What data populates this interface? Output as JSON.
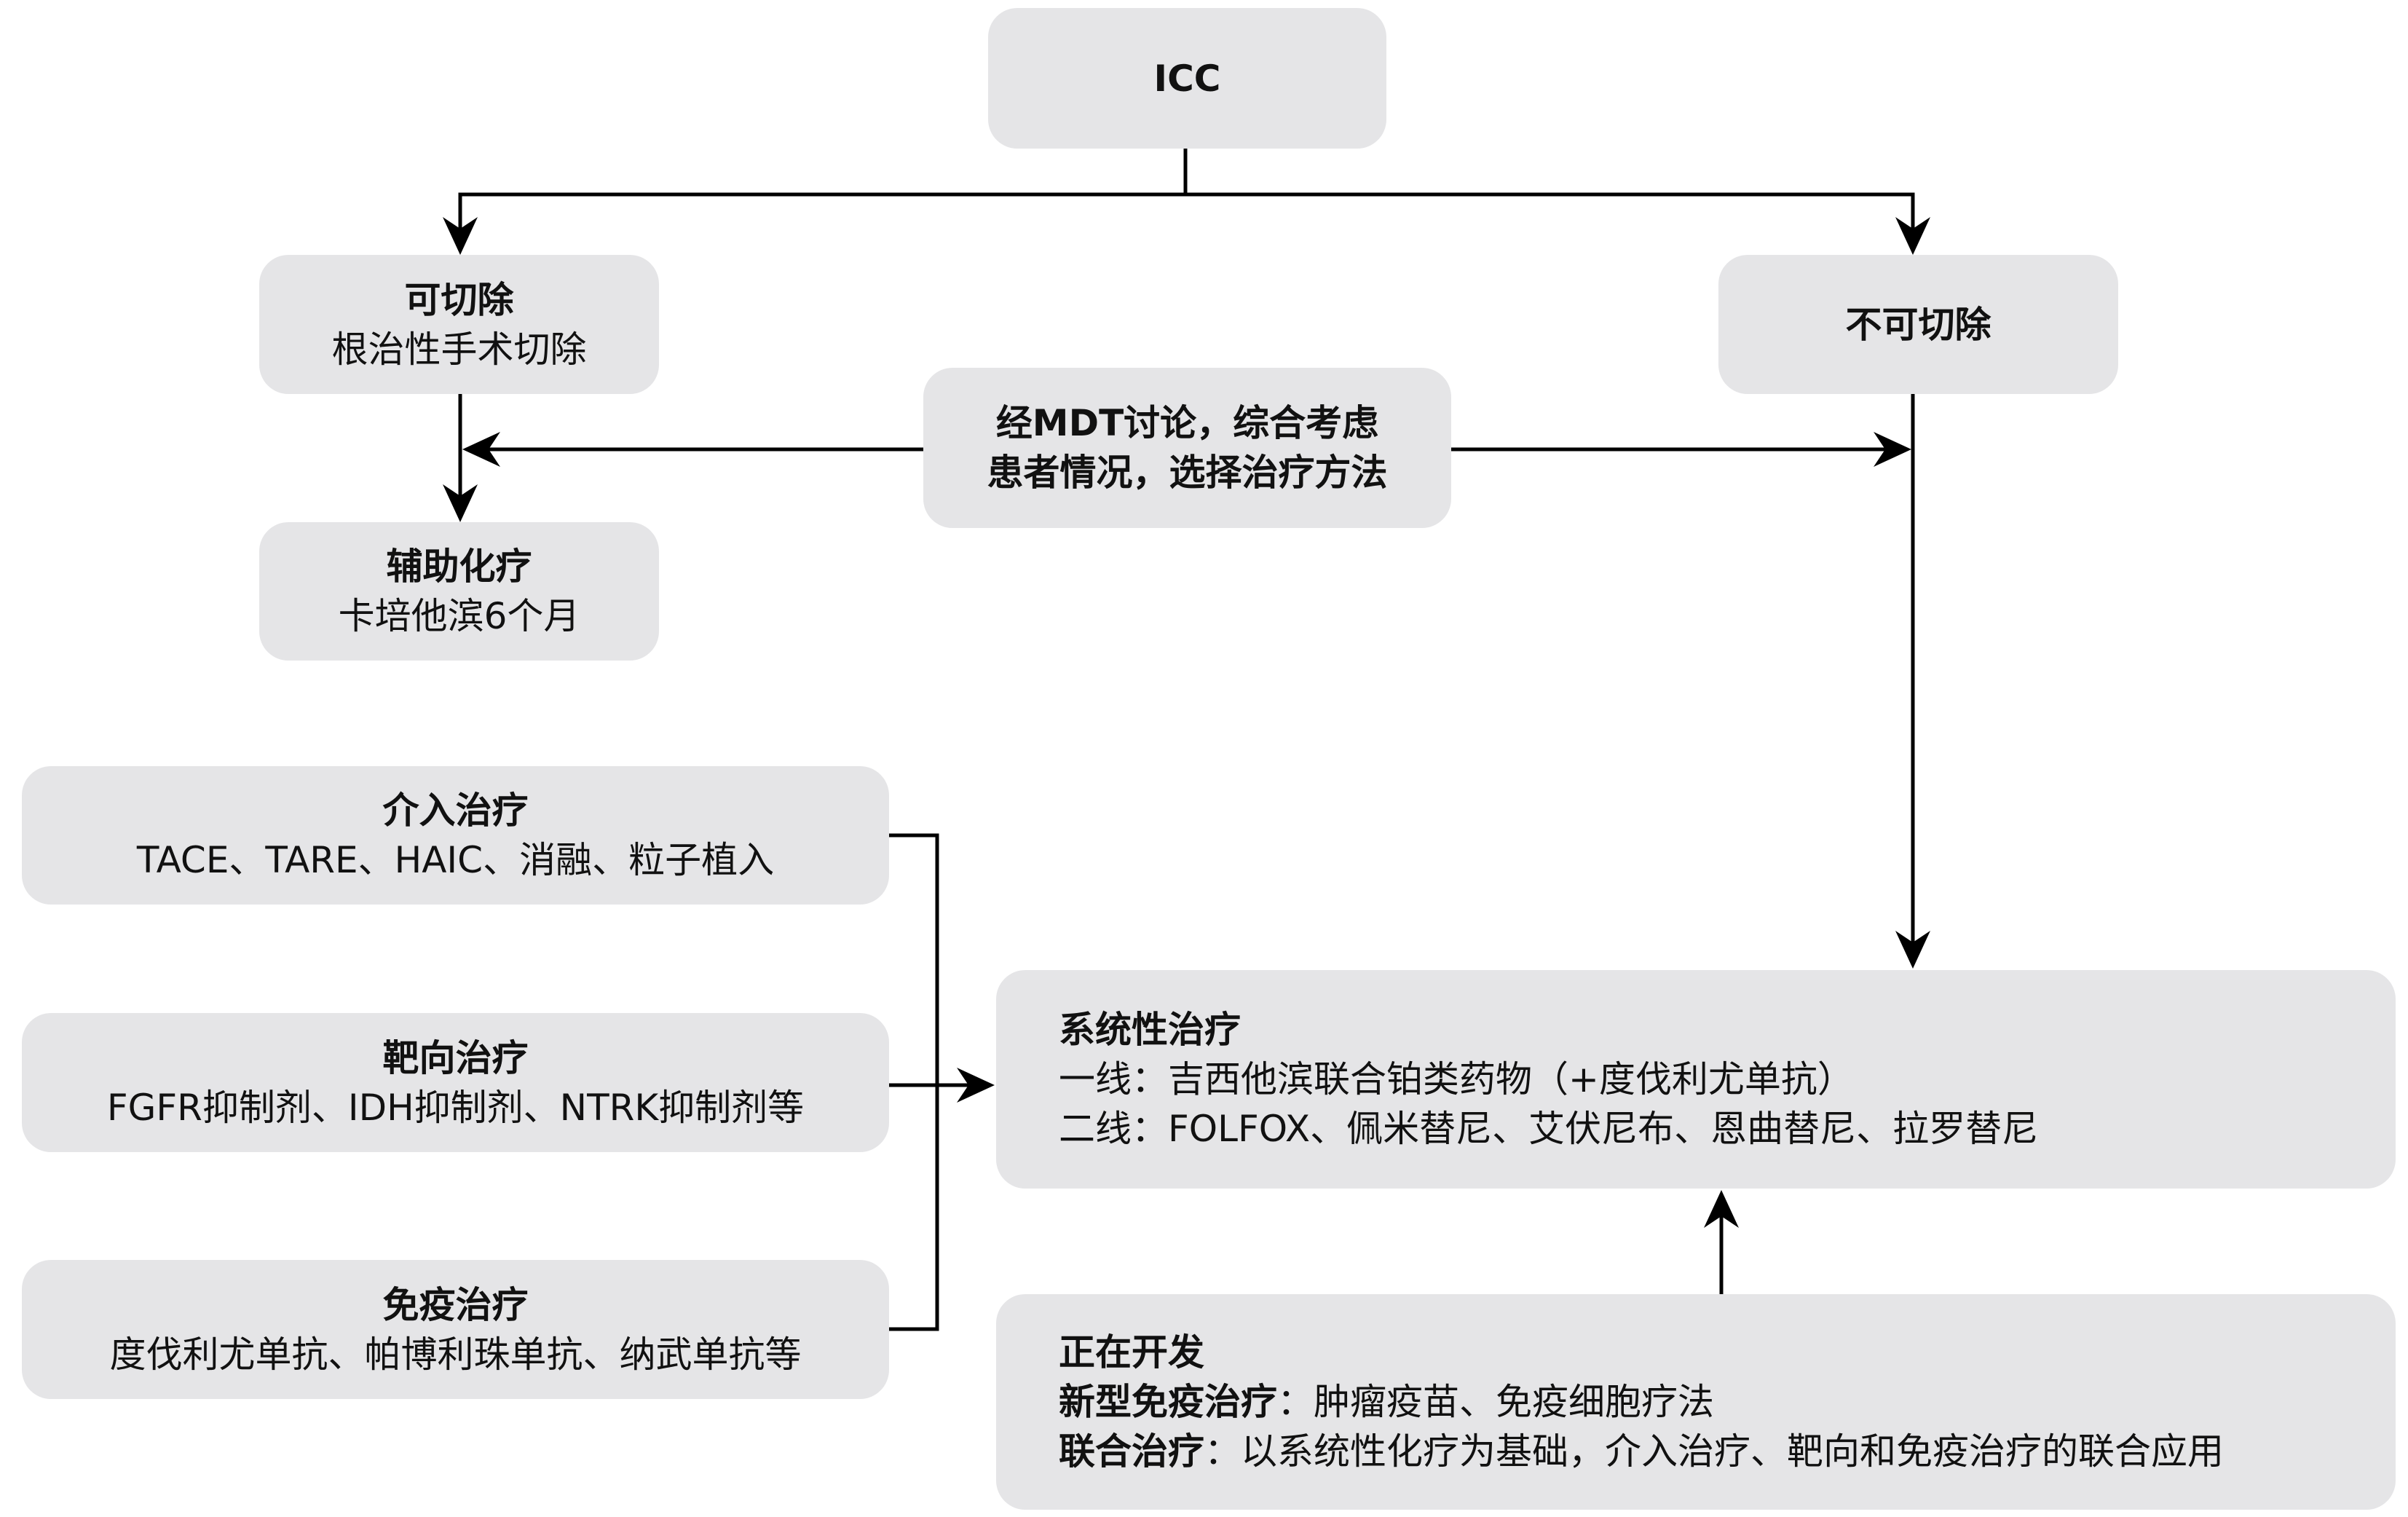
{
  "nodes": {
    "root": {
      "title": "ICC"
    },
    "resectable": {
      "title": "可切除",
      "sub": "根治性手术切除"
    },
    "unresectable": {
      "title": "不可切除"
    },
    "mdt": {
      "line1": "经MDT讨论，综合考虑",
      "line2": "患者情况，选择治疗方法"
    },
    "adjuvant": {
      "title": "辅助化疗",
      "sub": "卡培他滨6个月"
    },
    "interventional": {
      "title": "介入治疗",
      "sub": "TACE、TARE、HAIC、消融、粒子植入"
    },
    "targeted": {
      "title": "靶向治疗",
      "sub": "FGFR抑制剂、IDH抑制剂、NTRK抑制剂等"
    },
    "immuno": {
      "title": "免疫治疗",
      "sub": "度伐利尤单抗、帕博利珠单抗、纳武单抗等"
    },
    "systemic": {
      "title": "系统性治疗",
      "line1": "一线：吉西他滨联合铂类药物（+度伐利尤单抗）",
      "line2": "二线：FOLFOX、佩米替尼、艾伏尼布、恩曲替尼、拉罗替尼"
    },
    "developing": {
      "title": "正在开发",
      "line1_label": "新型免疫治疗",
      "line1_text": "：肿瘤疫苗、免疫细胞疗法",
      "line2_label": "联合治疗",
      "line2_text": "：以系统性化疗为基础，介入治疗、靶向和免疫治疗的联合应用"
    }
  },
  "edges": [
    {
      "from": "root",
      "to": "resectable"
    },
    {
      "from": "root",
      "to": "unresectable"
    },
    {
      "from": "resectable",
      "to": "adjuvant"
    },
    {
      "from": "mdt",
      "to": "resectable-adjuvant-path"
    },
    {
      "from": "mdt",
      "to": "unresectable-path"
    },
    {
      "from": "unresectable",
      "to": "systemic"
    },
    {
      "from": "interventional+targeted+immuno",
      "to": "systemic"
    },
    {
      "from": "developing",
      "to": "systemic"
    }
  ],
  "colors": {
    "node_fill": "#e5e5e7",
    "line": "#000000"
  }
}
